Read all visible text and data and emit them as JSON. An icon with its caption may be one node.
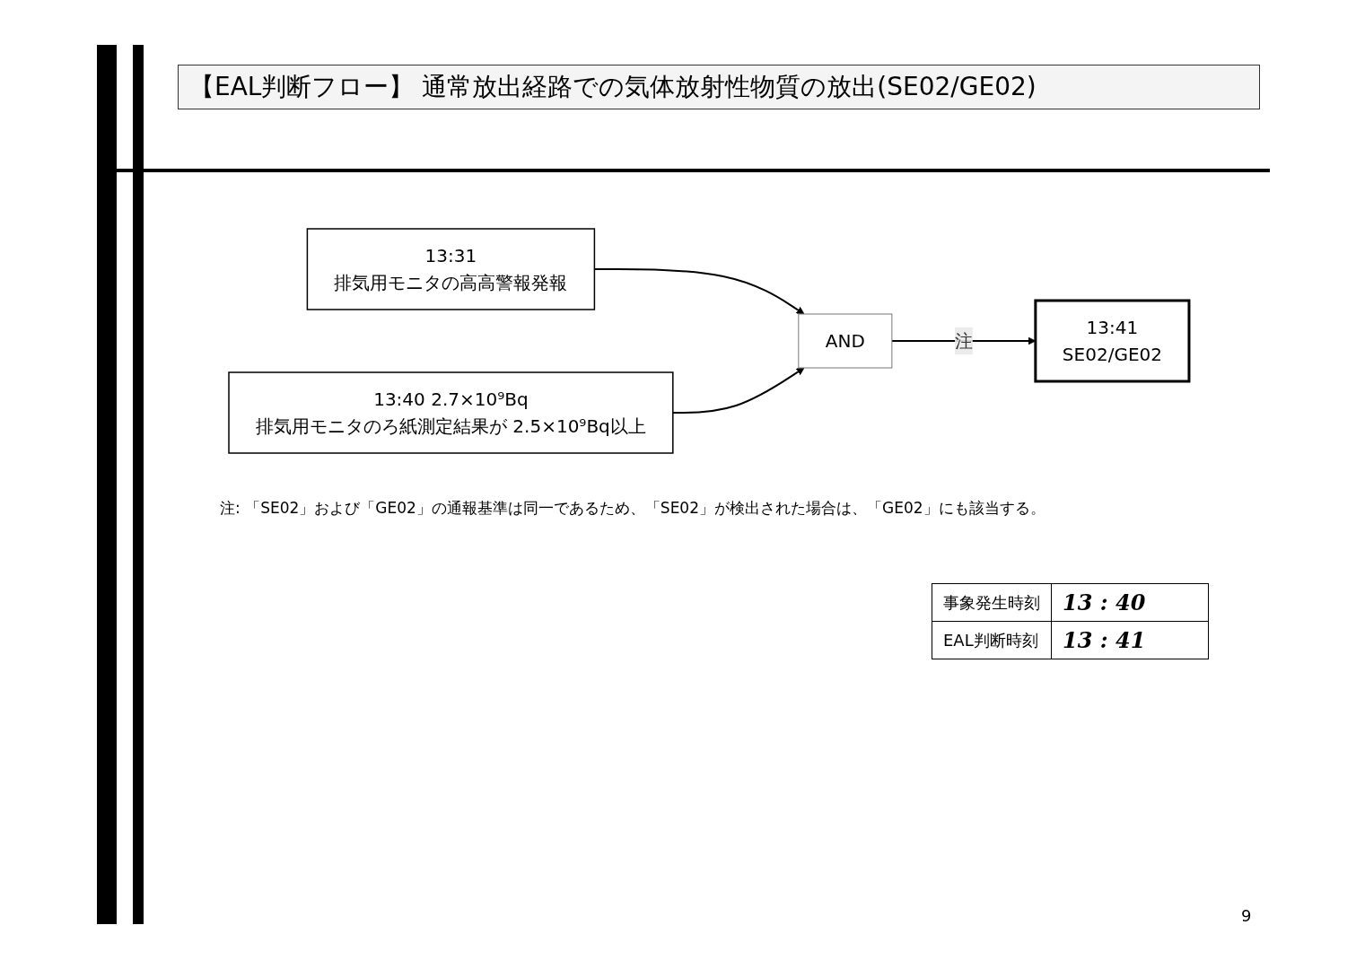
{
  "diagram": {
    "title": "【EAL判断フロー】 通常放出経路での気体放射性物質の放出(SE02/GE02)",
    "nodes": [
      {
        "text": [
          "13:31",
          "排気用モニタの高高警報発報"
        ]
      },
      {
        "text": [
          "13:40 2.7×10⁹Bq",
          "排気用モニタのろ紙測定結果が 2.5×10⁹Bq以上"
        ]
      },
      {
        "text": [
          "AND"
        ]
      },
      {
        "text": [
          "13:41",
          "SE02/GE02"
        ]
      }
    ],
    "edges": [
      {
        "from": 0,
        "to": 2,
        "arrow": "to"
      },
      {
        "from": 1,
        "to": 2,
        "arrow": "to"
      },
      {
        "from": 2,
        "to": 3,
        "arrow": "to",
        "label": "注"
      }
    ],
    "labels": [
      "注: 「SE02」および「GE02」の通報基準は同一であるため、「SE02」が検出された場合は、「GE02」にも該当する。",
      "事象発生時刻",
      "13 : 40",
      "EAL判断時刻",
      "13 : 41",
      "9"
    ]
  }
}
